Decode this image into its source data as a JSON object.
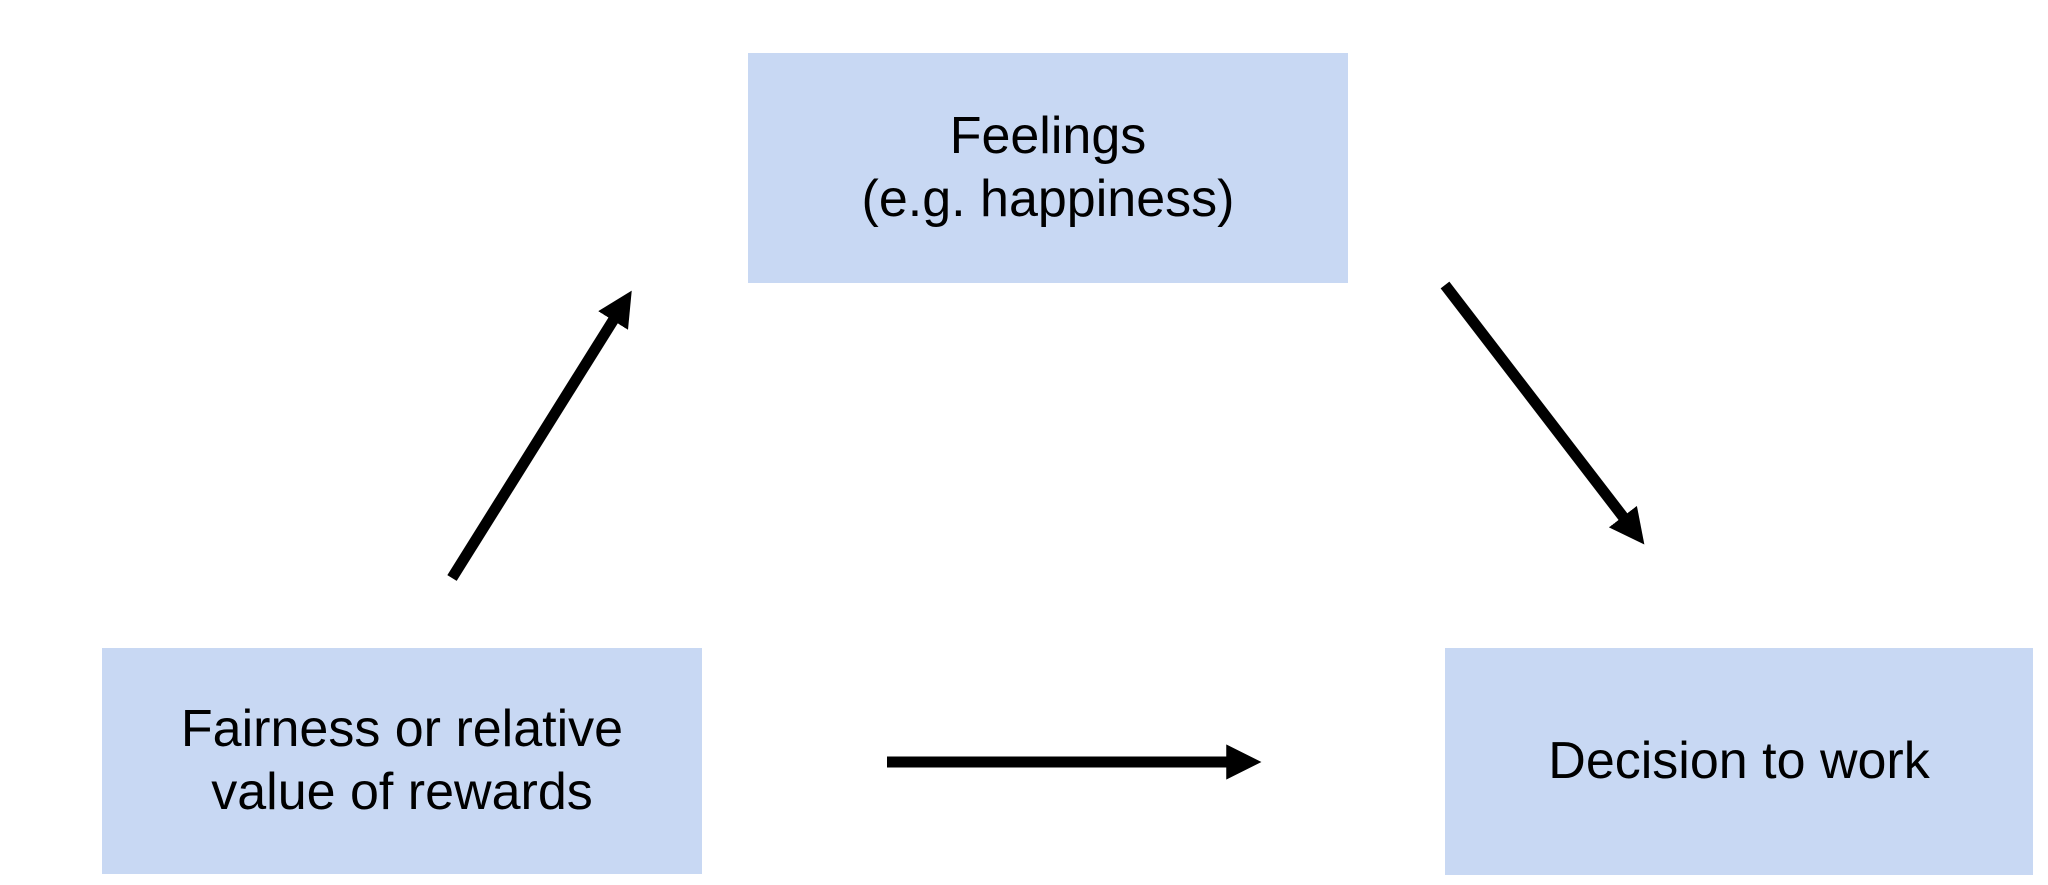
{
  "diagram": {
    "nodes": {
      "feelings": {
        "label": "Feelings\n(e.g. happiness)"
      },
      "fairness": {
        "label": "Fairness or relative\nvalue of rewards"
      },
      "decision": {
        "label": "Decision to work"
      }
    },
    "edges": [
      {
        "from": "fairness",
        "to": "feelings",
        "direction": "up-right"
      },
      {
        "from": "feelings",
        "to": "decision",
        "direction": "down-right"
      },
      {
        "from": "fairness",
        "to": "decision",
        "direction": "right"
      }
    ]
  },
  "theme": {
    "node-fill": "#c8d8f3",
    "arrow-color": "#000000",
    "text-color": "#000000",
    "background": "#ffffff"
  }
}
